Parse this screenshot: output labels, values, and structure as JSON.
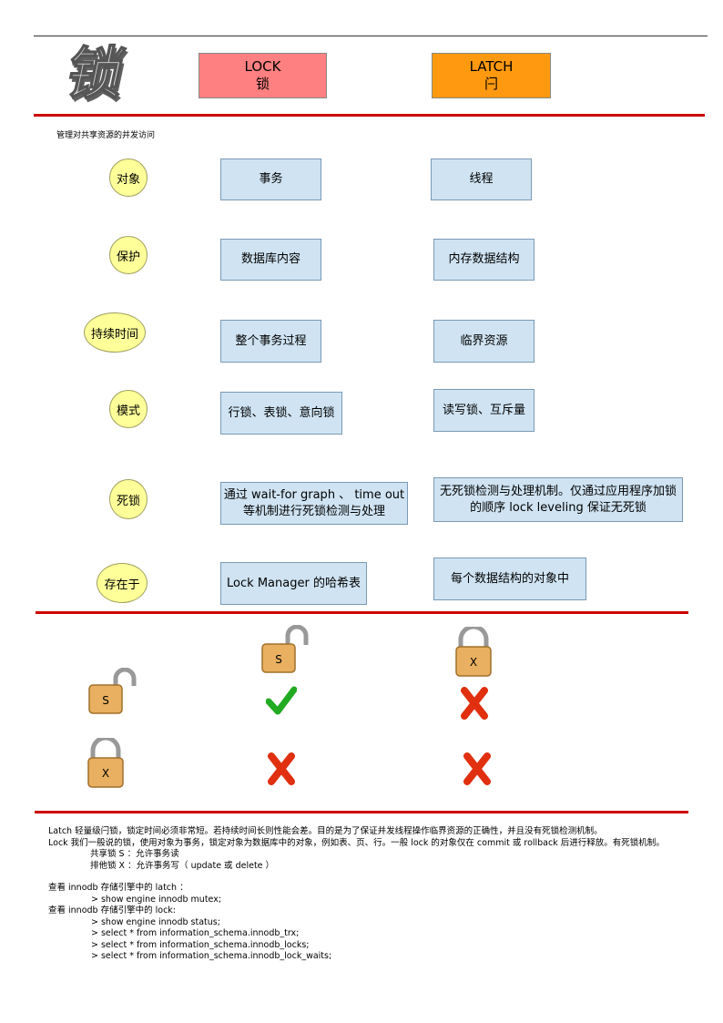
{
  "header": {
    "logo_char": "锁",
    "lock_title": "LOCK",
    "lock_sub": "锁",
    "latch_title": "LATCH",
    "latch_sub": "闩"
  },
  "subtitle": "管理对共享资源的并发访问",
  "comparison": {
    "rows": [
      {
        "label": "对象",
        "lock": "事务",
        "latch": "线程"
      },
      {
        "label": "保护",
        "lock": "数据库内容",
        "latch": "内存数据结构"
      },
      {
        "label": "持续时间",
        "lock": "整个事务过程",
        "latch": "临界资源"
      },
      {
        "label": "模式",
        "lock": "行锁、表锁、意向锁",
        "latch": "读写锁、互斥量"
      },
      {
        "label": "死锁",
        "lock": "通过 wait-for graph 、 time out 等机制进行死锁检测与处理",
        "latch": "无死锁检测与处理机制。仅通过应用程序加锁的顺序 lock leveling 保证无死锁"
      },
      {
        "label": "存在于",
        "lock": "Lock Manager 的哈希表",
        "latch": "每个数据结构的对象中"
      }
    ]
  },
  "compatibility": {
    "columns": [
      "S",
      "X"
    ],
    "rows": [
      {
        "mode": "S",
        "cells": [
          "compatible",
          "incompatible"
        ]
      },
      {
        "mode": "X",
        "cells": [
          "incompatible",
          "incompatible"
        ]
      }
    ],
    "icons": {
      "compatible": "check-icon",
      "incompatible": "cross-icon",
      "lock": "padlock-icon"
    },
    "colors": {
      "check": "#22aa22",
      "cross": "#e03010",
      "padlock": "#e8b060"
    }
  },
  "notes": {
    "p1": "Latch 轻量级闩锁，锁定时间必须非常短。若持续时间长则性能会差。目的是为了保证并发线程操作临界资源的正确性，并且没有死锁检测机制。",
    "p2": "Lock 我们一般说的锁，使用对象为事务，锁定对象为数据库中的对象，例如表、页、行。一般 lock 的对象仅在 commit 或 rollback 后进行释放。有死锁机制。",
    "shared": "共享锁 S ：允许事务读",
    "exclusive": "排他锁 X ：允许事务写（ update 或 delete ）",
    "latch_title": "查看 innodb 存储引擎中的 latch ：",
    "latch_cmd": "> show engine innodb mutex;",
    "lock_title": "查看 innodb 存储引擎中的 lock:",
    "lock_cmds": [
      "> show engine innodb status;",
      "> select * from information_schema.innodb_trx;",
      "> select * from information_schema.innodb_locks;",
      "> select * from information_schema.innodb_lock_waits;"
    ]
  }
}
